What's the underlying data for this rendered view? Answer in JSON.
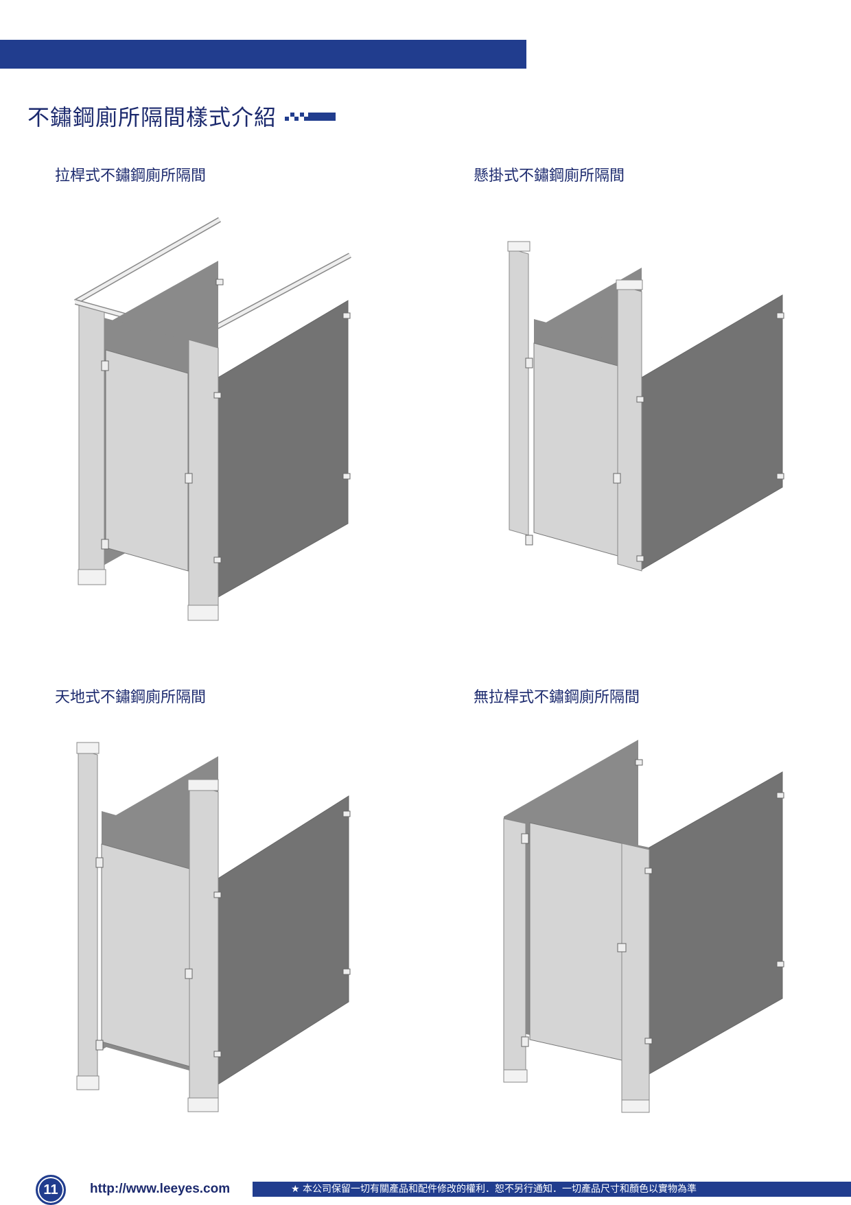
{
  "page_title": "不鏽鋼廁所隔間樣式介紹",
  "sections": [
    {
      "label": "拉桿式不鏽鋼廁所隔間"
    },
    {
      "label": "懸掛式不鏽鋼廁所隔間"
    },
    {
      "label": "天地式不鏽鋼廁所隔間"
    },
    {
      "label": "無拉桿式不鏽鋼廁所隔間"
    }
  ],
  "footer": {
    "page_number": "11",
    "url": "http://www.leeyes.com",
    "notice": "★ 本公司保留一切有關產品和配件修改的權利．恕不另行通知．一切產品尺寸和顏色以實物為準"
  },
  "colors": {
    "brand_blue": "#213d8e",
    "panel_light": "#d5d5d5",
    "panel_dark": "#737373",
    "panel_mid": "#8a8a8a"
  }
}
